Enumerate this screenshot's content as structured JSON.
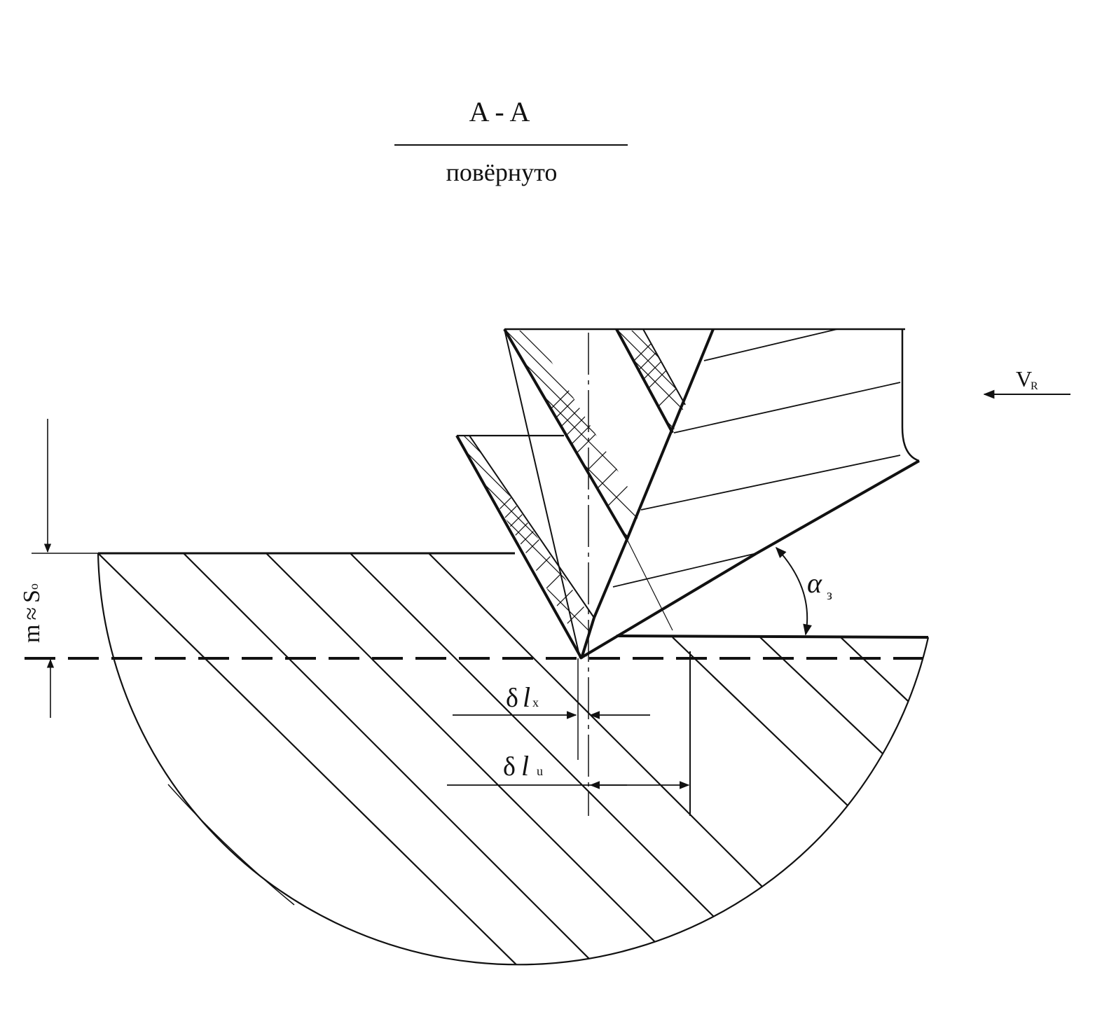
{
  "header": {
    "section": "A - A",
    "caption": "повёрнуто"
  },
  "labels": {
    "velocity_main": "V",
    "velocity_sub": "R",
    "depth_main": "m",
    "depth_approx": "≈",
    "depth_S": "S",
    "depth_sub": "o",
    "alpha_main": "α",
    "alpha_sub": "з",
    "dlx_delta": "δ",
    "dlx_l": "l",
    "dlx_sub": "x",
    "dlu_delta": "δ",
    "dlu_l": "l",
    "dlu_sub": "u"
  },
  "colors": {
    "ink": "#111111",
    "paper": "#ffffff"
  }
}
